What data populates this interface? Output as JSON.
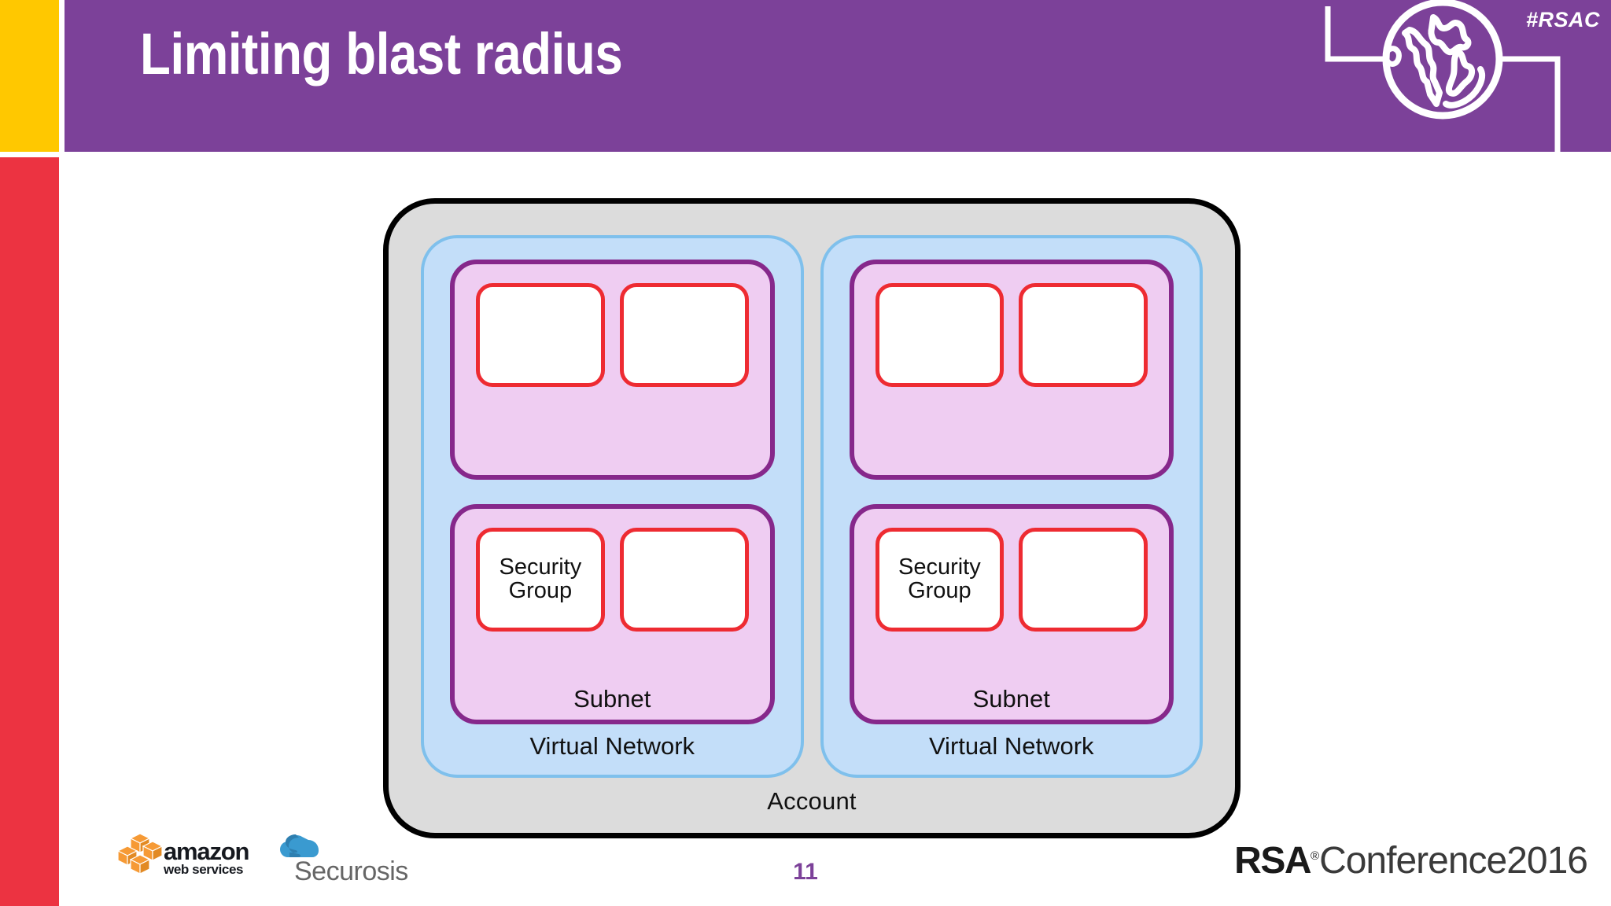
{
  "slide": {
    "title": "Limiting blast radius",
    "page_number": "11",
    "hashtag": "#RSAC",
    "brand_colors": {
      "purple": "#7C4199",
      "yellow": "#FFC800",
      "red": "#EC3341",
      "account_gray": "#DCDCDC",
      "vnet_blue": "#C3DEF9",
      "vnet_border": "#7FC0EC",
      "subnet_pink": "#EFCDF2",
      "subnet_border": "#86288B",
      "sg_border": "#EE2B32"
    }
  },
  "diagram": {
    "account_label": "Account",
    "virtual_networks": [
      {
        "label": "Virtual Network",
        "subnets": [
          {
            "label": "",
            "security_groups": [
              {
                "label": ""
              },
              {
                "label": ""
              }
            ]
          },
          {
            "label": "Subnet",
            "security_groups": [
              {
                "label": "Security\nGroup"
              },
              {
                "label": ""
              }
            ]
          }
        ]
      },
      {
        "label": "Virtual Network",
        "subnets": [
          {
            "label": "",
            "security_groups": [
              {
                "label": ""
              },
              {
                "label": ""
              }
            ]
          },
          {
            "label": "Subnet",
            "security_groups": [
              {
                "label": "Security\nGroup"
              },
              {
                "label": ""
              }
            ]
          }
        ]
      }
    ]
  },
  "footer": {
    "aws_logo": {
      "wordmark": "amazon",
      "tagline": "web services"
    },
    "securosis_logo": {
      "wordmark": "Securosis"
    },
    "rsa_conference_logo": {
      "bold": "RSA",
      "light": "Conference2016"
    }
  }
}
